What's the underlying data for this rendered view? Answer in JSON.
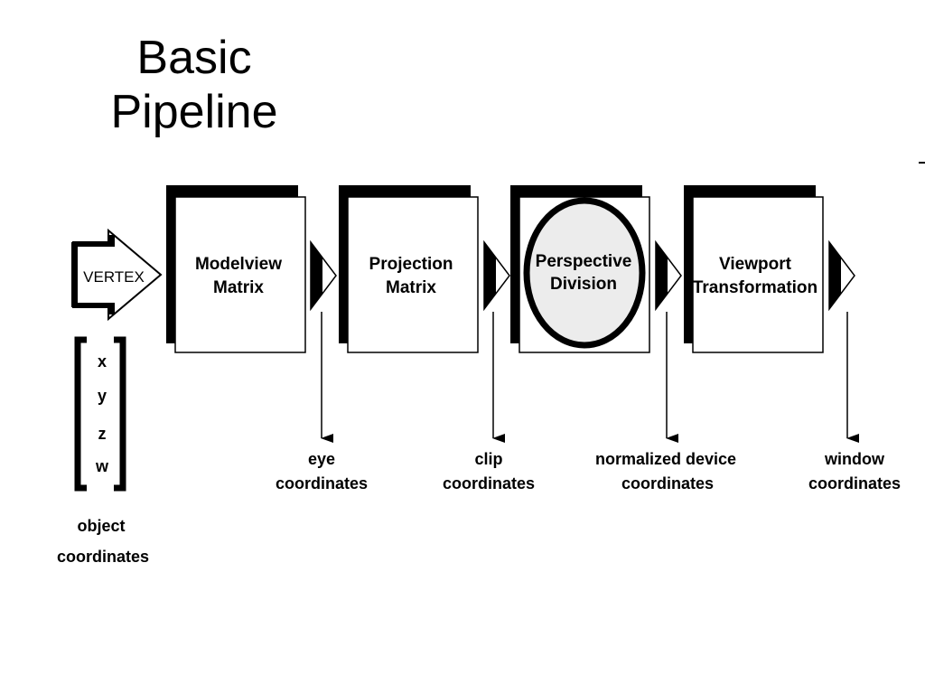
{
  "slide": {
    "title_line1": "Basic",
    "title_line2": "Pipeline"
  },
  "diagram": {
    "input": {
      "label": "VERTEX",
      "components": [
        "x",
        "y",
        "z",
        "w"
      ],
      "caption_line1": "object",
      "caption_line2": "coordinates"
    },
    "stages": [
      {
        "line1": "Modelview",
        "line2": "Matrix",
        "highlighted": false
      },
      {
        "line1": "Projection",
        "line2": "Matrix",
        "highlighted": false
      },
      {
        "line1": "Perspective",
        "line2": "Division",
        "highlighted": true
      },
      {
        "line1": "Viewport",
        "line2": "Transformation",
        "highlighted": false
      }
    ],
    "outputs": [
      {
        "line1": "eye",
        "line2": "coordinates"
      },
      {
        "line1": "clip",
        "line2": "coordinates"
      },
      {
        "line1": "normalized device",
        "line2": "coordinates"
      },
      {
        "line1": "window",
        "line2": "coordinates"
      }
    ],
    "colors": {
      "ink": "#000000",
      "highlight_fill": "#ececec",
      "box_fill": "#ffffff"
    }
  }
}
